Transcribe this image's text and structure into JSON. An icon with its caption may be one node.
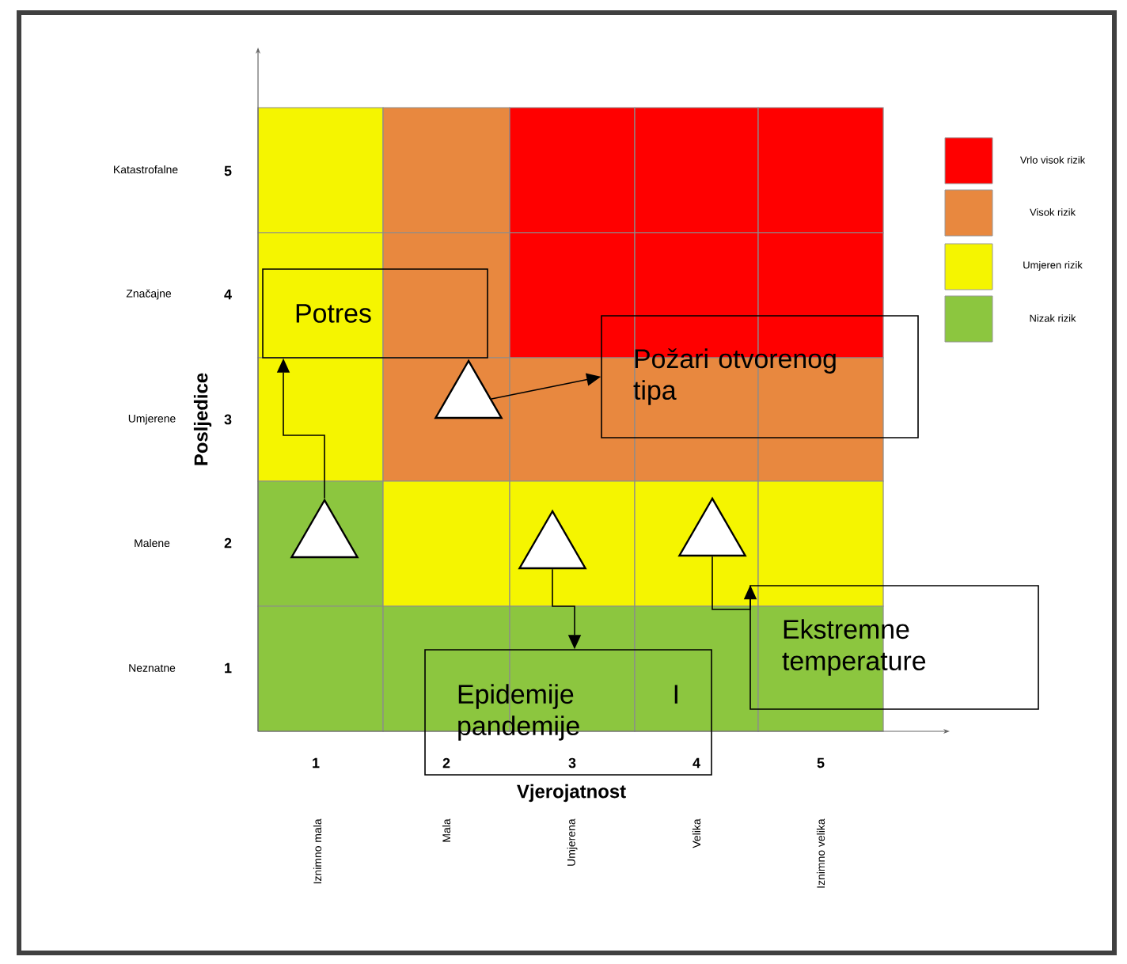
{
  "diagram": {
    "nodes": [
      {
        "text": [
          "Potres"
        ]
      },
      {
        "text": [
          "Požari otvorenog tipa"
        ]
      },
      {
        "text": [],
        "shape": "triangle"
      },
      {
        "text": [],
        "shape": "triangle"
      },
      {
        "text": [],
        "shape": "triangle"
      },
      {
        "text": [],
        "shape": "triangle"
      },
      {
        "text": [
          "Ekstremne temperature"
        ]
      },
      {
        "text": [
          "Epidemije I pandemije"
        ]
      }
    ],
    "edges": [
      {
        "from": 3,
        "to": 0,
        "arrow": "to"
      },
      {
        "from": 2,
        "to": 1,
        "arrow": "to"
      },
      {
        "from": 4,
        "to": 7,
        "arrow": "to"
      },
      {
        "from": 5,
        "to": 6,
        "arrow": "to"
      }
    ],
    "labels": [
      "Katastrofalne",
      "5",
      "Značajne",
      "4",
      "Umjerene",
      "3",
      "Posljedice",
      "Malene",
      "2",
      "Neznatne",
      "1",
      "1",
      "2",
      "3",
      "4",
      "5",
      "Vjerojatnost",
      "Iznimno mala",
      "Mala",
      "Umjerena",
      "Velika",
      "Iznimno velika"
    ],
    "legend": [
      {
        "text": "Vrlo visok rizik",
        "color": "#ff0000"
      },
      {
        "text": "Visok rizik",
        "color": "#e8883f"
      },
      {
        "text": "Umjeren rizik",
        "color": "#f5f500"
      },
      {
        "text": "Nizak rizik",
        "color": "#8cc63f"
      }
    ]
  }
}
